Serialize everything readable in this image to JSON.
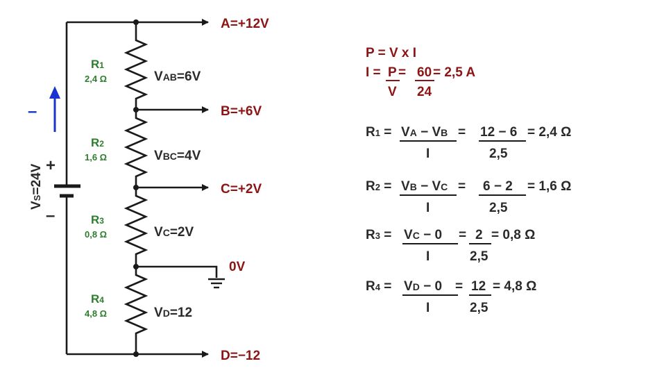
{
  "nodes": {
    "a": "A=+12V",
    "b": "B=+6V",
    "c": "C=+2V",
    "ground": "0V",
    "d": "D=−12"
  },
  "source": {
    "label_main": "V",
    "label_sub": "S",
    "label_value": "=24V",
    "plus": "+",
    "minus": "–",
    "current_sign": "–"
  },
  "resistors": [
    {
      "name": "R",
      "index": "1",
      "value": "2,4 Ω",
      "drop_main": "V",
      "drop_sub": "AB",
      "drop_value": "=6V"
    },
    {
      "name": "R",
      "index": "2",
      "value": "1,6 Ω",
      "drop_main": "V",
      "drop_sub": "BC",
      "drop_value": "=4V"
    },
    {
      "name": "R",
      "index": "3",
      "value": "0,8 Ω",
      "drop_main": "V",
      "drop_sub": "C",
      "drop_value": "=2V"
    },
    {
      "name": "R",
      "index": "4",
      "value": "4,8 Ω",
      "drop_main": "V",
      "drop_sub": "D",
      "drop_value": "=12"
    }
  ],
  "power": {
    "line1": "P = V x I",
    "i_prefix": "I = ",
    "p": "P",
    "eq1": " = ",
    "sixty": "60",
    "result": " = 2,5 A",
    "v": "V",
    "twentyfour": "24"
  },
  "equations": [
    {
      "r_main": "R",
      "r_sub": "1",
      "eq": " = ",
      "num_a": "V",
      "num_a_sub": "A",
      "num_op": " − ",
      "num_b": "V",
      "num_b_sub": "B",
      "den": "I",
      "eq2": " = ",
      "num2": "12 − 6",
      "den2": "2,5",
      "result": " = 2,4 Ω"
    },
    {
      "r_main": "R",
      "r_sub": "2",
      "eq": " = ",
      "num_a": "V",
      "num_a_sub": "B",
      "num_op": " − ",
      "num_b": "V",
      "num_b_sub": "C",
      "den": "I",
      "eq2": " = ",
      "num2": "6 − 2",
      "den2": "2,5",
      "result": " = 1,6 Ω"
    },
    {
      "r_main": "R",
      "r_sub": "3",
      "eq": " = ",
      "num_a": "V",
      "num_a_sub": "C",
      "num_op": " − ",
      "num_b": "0",
      "num_b_sub": "",
      "den": "I",
      "eq2": " = ",
      "num2": "2",
      "den2": "2,5",
      "result": " = 0,8 Ω"
    },
    {
      "r_main": "R",
      "r_sub": "4",
      "eq": " = ",
      "num_a": "V",
      "num_a_sub": "D",
      "num_op": " − ",
      "num_b": "0",
      "num_b_sub": "",
      "den": "I",
      "eq2": " = ",
      "num2": "12",
      "den2": "2,5",
      "result": " = 4,8 Ω"
    }
  ]
}
